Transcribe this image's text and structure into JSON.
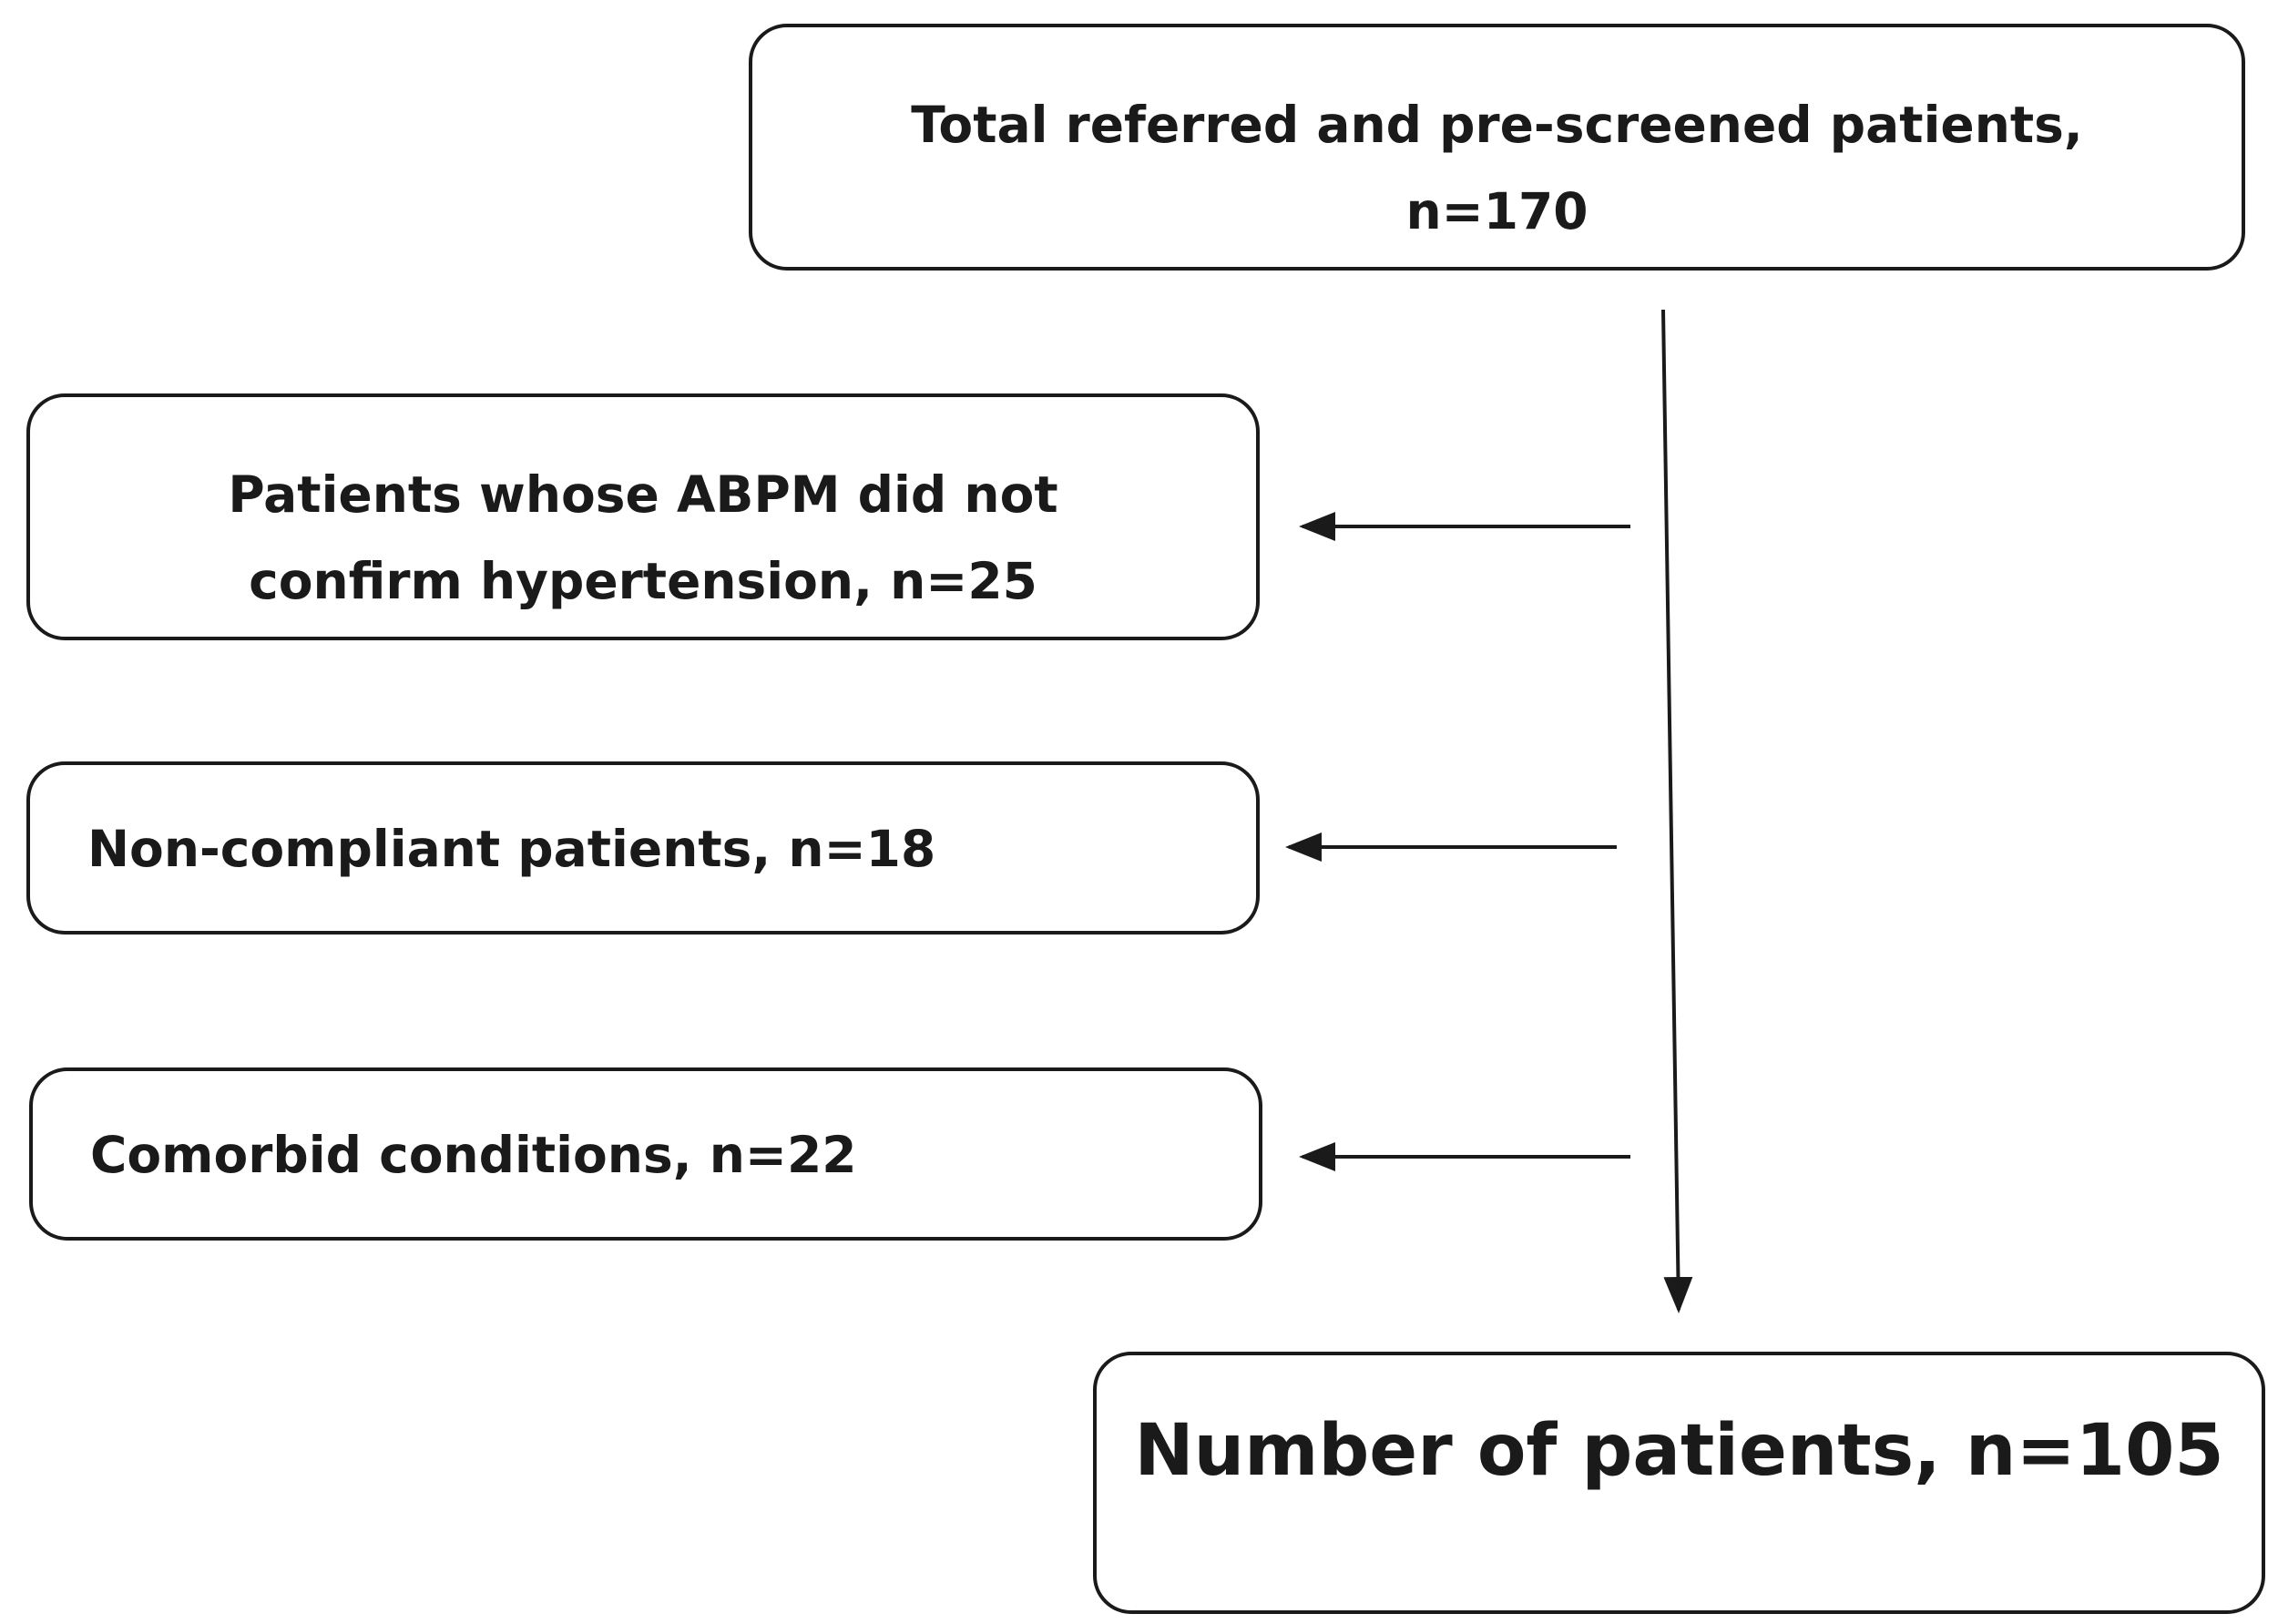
{
  "flowchart": {
    "total": {
      "line1": "Total referred and pre-screened patients,",
      "line2": "n=170"
    },
    "exclusions": {
      "abpm": {
        "line1": "Patients whose ABPM did not",
        "line2": "confirm hypertension, n=25"
      },
      "noncompliant": "Non-compliant patients, n=18",
      "comorbid": "Comorbid conditions, n=22"
    },
    "final": "Number of patients, n=105"
  }
}
